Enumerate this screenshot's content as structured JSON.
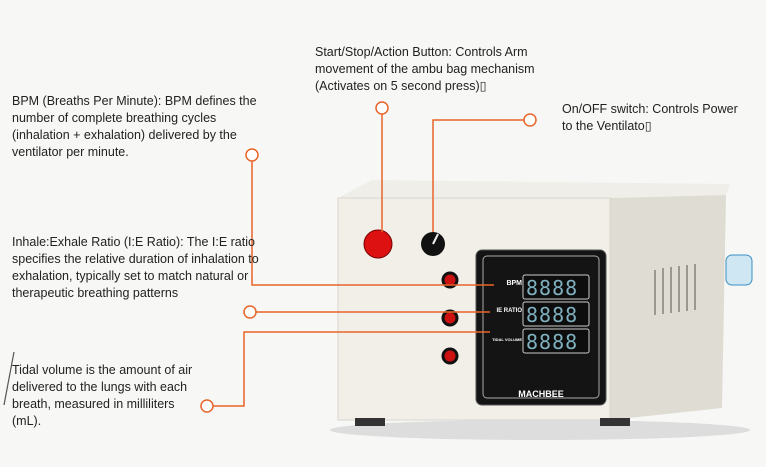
{
  "annotations": {
    "bpm": "BPM (Breaths Per Minute): BPM defines the number of complete breathing cycles (inhalation + exhalation) delivered by the ventilator per minute.",
    "start": "Start/Stop/Action Button: Controls Arm movement of the ambu bag mechanism (Activates on 5 second press)▯",
    "onoff": "On/OFF switch: Controls Power to the Ventilato▯",
    "ie": "Inhale:Exhale Ratio (I:E Ratio): The I:E ratio specifies the relative duration of inhalation to exhalation, typically set to match natural or therapeutic breathing patterns",
    "tidal": "Tidal volume is the amount of air delivered to the lungs with each breath, measured in milliliters (mL)."
  },
  "panel": {
    "labels": [
      "BPM",
      "IE RATIO",
      "TIDAL VOLUME"
    ],
    "readouts": [
      "8888",
      "8888",
      "8888"
    ],
    "brand": "MACHBEE"
  },
  "colors": {
    "accent": "#e8652a",
    "panel": "#141414",
    "display": "#7fb0c0"
  }
}
